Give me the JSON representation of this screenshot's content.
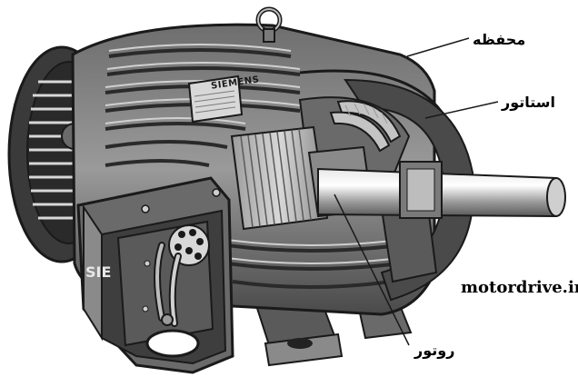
{
  "labels": {
    "housing": "محفظه",
    "stator": "استاتور",
    "rotor": "روتور",
    "site": "motordrive.ir"
  },
  "nameplate": {
    "brand": "SIEMENS",
    "box_brand": "SIE"
  },
  "colors": {
    "metal_dark": "#3a3a3a",
    "metal_mid": "#8a8a8a",
    "metal_light": "#c8c8c8",
    "outline": "#1a1a1a"
  }
}
